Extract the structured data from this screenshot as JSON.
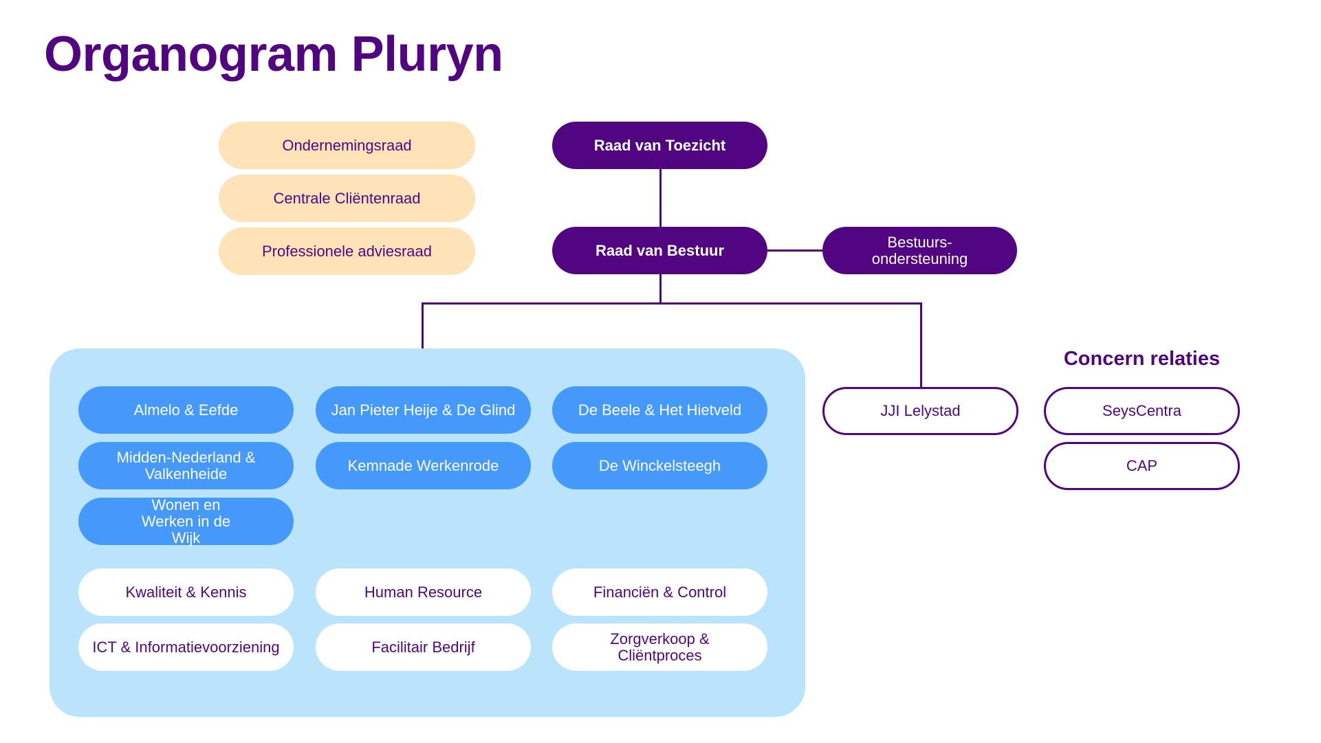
{
  "title": "Organogram Pluryn",
  "colors": {
    "primary_purple": "#520580",
    "council_fill": "#fde3b7",
    "unit_blue": "#4499fb",
    "panel_light_blue": "#bae4fc",
    "white": "#ffffff"
  },
  "advisory_councils": [
    {
      "label": "Ondernemingsraad"
    },
    {
      "label": "Centrale Cliëntenraad"
    },
    {
      "label": "Professionele adviesraad"
    }
  ],
  "governance": {
    "supervisory_board": "Raad van Toezicht",
    "executive_board": "Raad van Bestuur",
    "board_support": "Bestuurs-\nondersteuning"
  },
  "business_units": [
    {
      "label": "Almelo & Eefde"
    },
    {
      "label": "Jan Pieter Heije & De Glind"
    },
    {
      "label": "De Beele & Het Hietveld"
    },
    {
      "label": "Midden-Nederland & Valkenheide"
    },
    {
      "label": "Kemnade Werkenrode"
    },
    {
      "label": "De Winckelsteegh"
    },
    {
      "label": "Wonen en Werken in de Wijk"
    }
  ],
  "support_services": [
    {
      "label": "Kwaliteit & Kennis"
    },
    {
      "label": "Human Resource"
    },
    {
      "label": "Financiën & Control"
    },
    {
      "label": "ICT & Informatievoorziening"
    },
    {
      "label": "Facilitair Bedrijf"
    },
    {
      "label": "Zorgverkoop & Cliëntproces"
    }
  ],
  "jji": {
    "label": "JJI Lelystad"
  },
  "concern_relations": {
    "title": "Concern relaties",
    "items": [
      {
        "label": "SeysCentra"
      },
      {
        "label": "CAP"
      }
    ]
  }
}
